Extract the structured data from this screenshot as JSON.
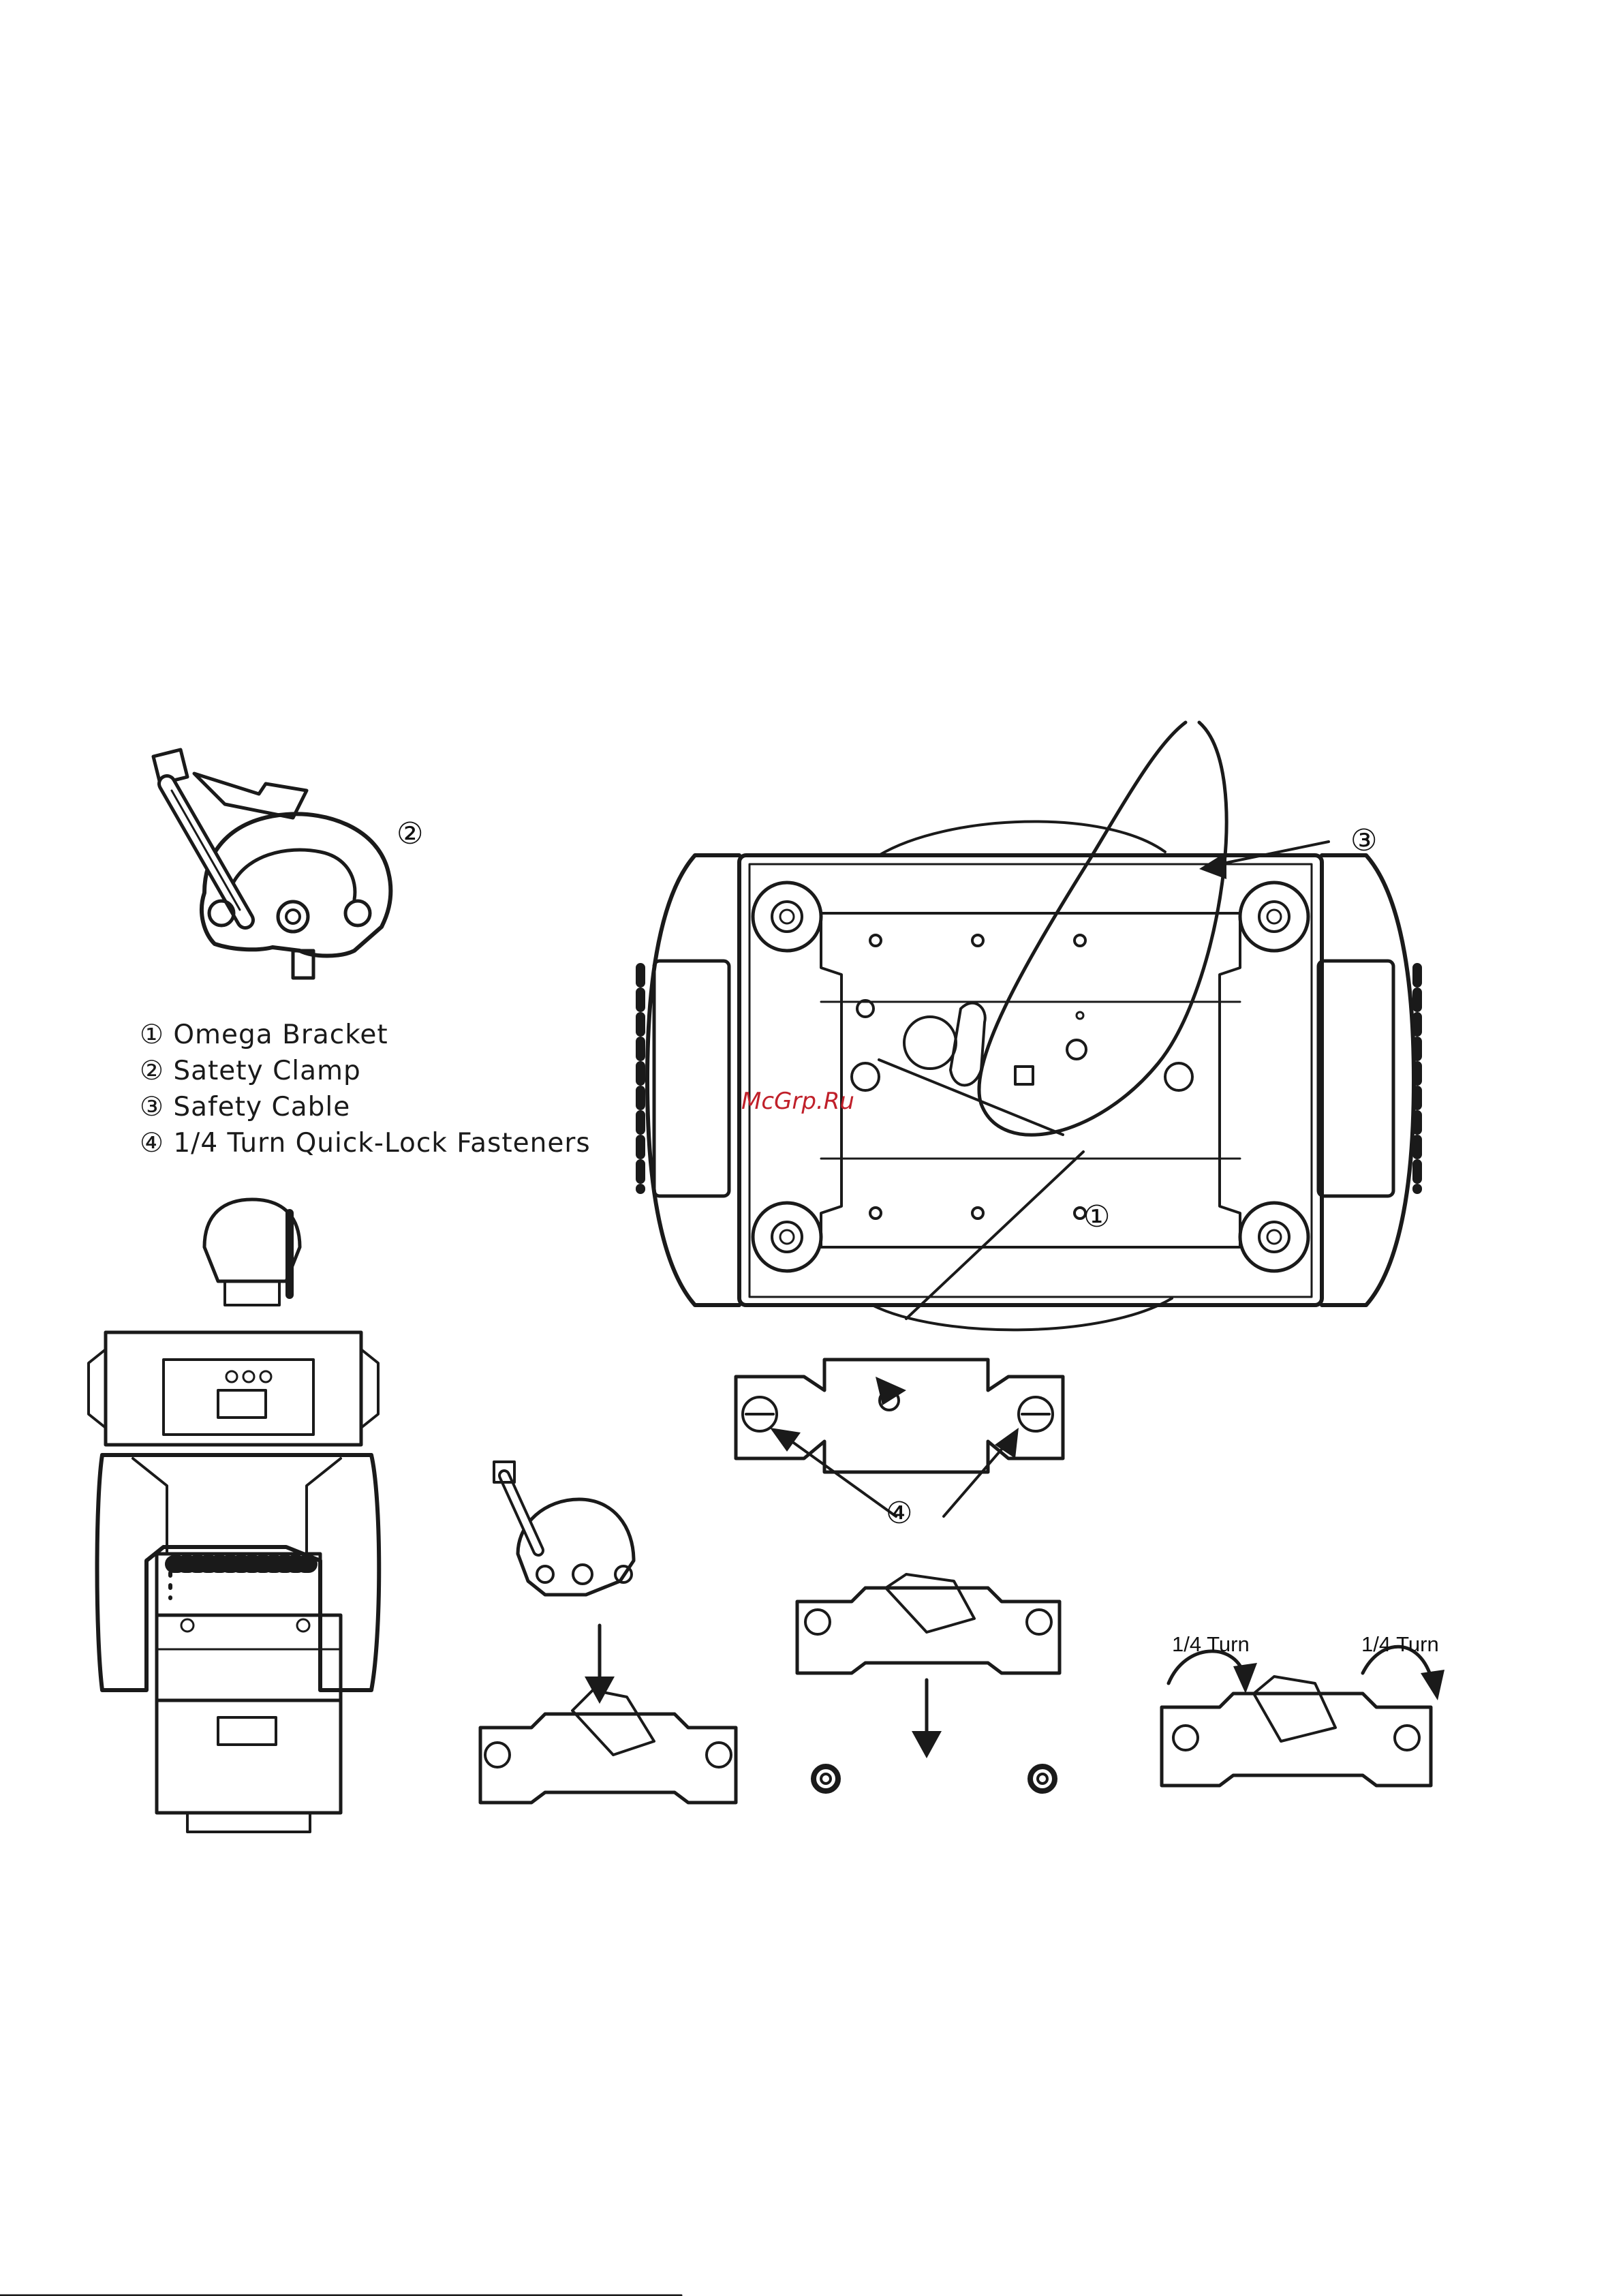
{
  "legend": [
    {
      "text": "① Omega Bracket"
    },
    {
      "text": "② Satety Clamp"
    },
    {
      "text": "③ Safety Cable"
    },
    {
      "text": "④ 1/4 Turn Quick-Lock Fasteners"
    }
  ],
  "callouts": {
    "one": "①",
    "two": "②",
    "three": "③",
    "four": "④"
  },
  "turn_labels": {
    "left": "1/4 Turn",
    "right": "1/4 Turn"
  },
  "watermark": "McGrp.Ru",
  "colors": {
    "line": "#1a1a1a",
    "watermark": "#c0202a"
  }
}
